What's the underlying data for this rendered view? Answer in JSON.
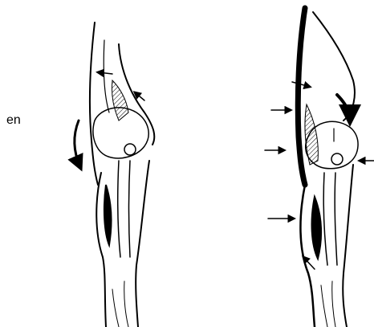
{
  "figure": {
    "side_label": "en",
    "ink_color": "#000000",
    "panels": [
      {
        "name": "left-leg-diagram"
      },
      {
        "name": "right-leg-diagram"
      }
    ]
  }
}
